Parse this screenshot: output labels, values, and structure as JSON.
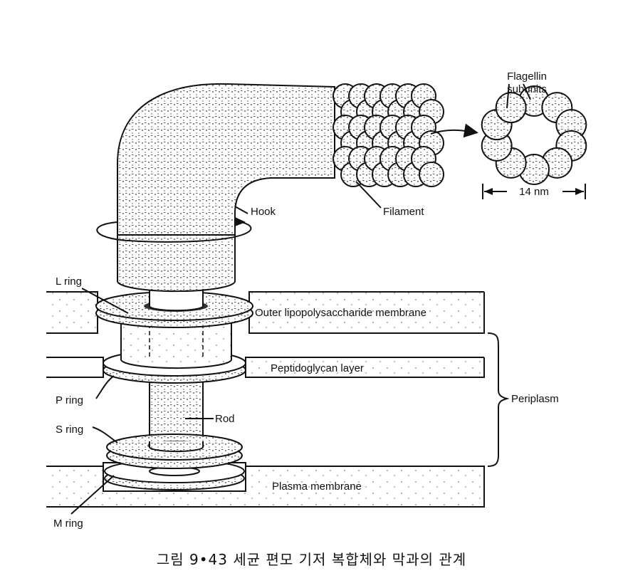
{
  "labels": {
    "flagellin_1": "Flagellin",
    "flagellin_2": "subunits",
    "scale": "14 nm",
    "filament": "Filament",
    "hook": "Hook",
    "l_ring": "L ring",
    "outer_membrane": "Outer lipopolysaccharide membrane",
    "peptidoglycan": "Peptidoglycan layer",
    "periplasm": "Periplasm",
    "p_ring": "P ring",
    "s_ring": "S ring",
    "rod": "Rod",
    "plasma_membrane": "Plasma membrane",
    "m_ring": "M ring"
  },
  "caption": "그림 9•43  세균 편모 기저 복합체와 막과의 관계"
}
